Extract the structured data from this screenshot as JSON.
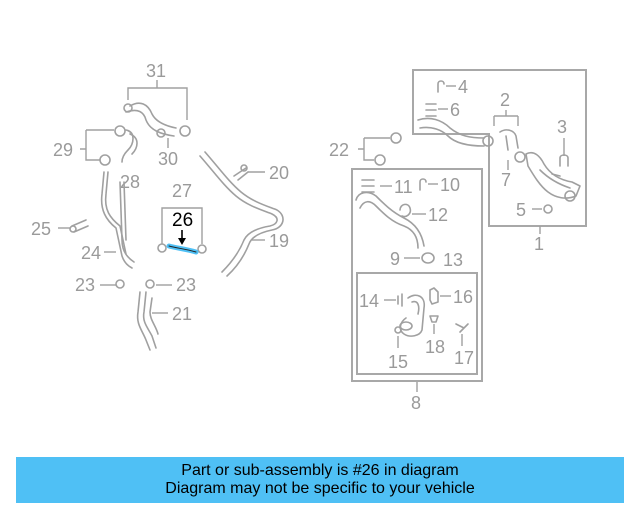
{
  "diagram": {
    "highlight_color": "#4fc0f5",
    "highlighted_part": "26",
    "callouts": [
      "31",
      "29",
      "30",
      "28",
      "20",
      "27",
      "26",
      "25",
      "24",
      "19",
      "23",
      "23",
      "21",
      "22",
      "4",
      "6",
      "2",
      "3",
      "7",
      "11",
      "10",
      "12",
      "5",
      "1",
      "9",
      "13",
      "14",
      "16",
      "15",
      "18",
      "17",
      "8"
    ]
  },
  "banner": {
    "line1": "Part or sub-assembly is #26 in diagram",
    "line2": "Diagram may not be specific to your vehicle",
    "color": "#4fc0f5"
  }
}
